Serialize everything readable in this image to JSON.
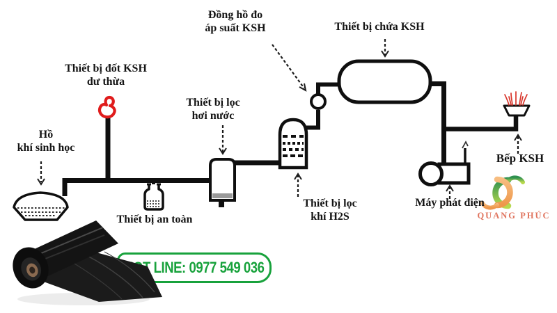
{
  "labels": {
    "pressure_gauge": {
      "line1": "Đồng hồ đo",
      "line2": "áp suất KSH"
    },
    "storage_tank": {
      "line1": "Thiết bị chứa KSH"
    },
    "burner": {
      "line1": "Thiết bị đốt KSH",
      "line2": "dư thừa"
    },
    "water_filter": {
      "line1": "Thiết bị lọc",
      "line2": "hơi nước"
    },
    "pond": {
      "line1": "Hồ",
      "line2": "khí sinh học"
    },
    "stove": {
      "line1": "Bếp KSH"
    },
    "h2s_filter": {
      "line1": "Thiết bị lọc",
      "line2": "khí H2S"
    },
    "generator": {
      "line1": "Máy phát điện"
    },
    "safety_device": {
      "line1": "Thiết bị an toàn"
    }
  },
  "hotline": {
    "text": "HOT LINE: 0977 549 036"
  },
  "brand": {
    "name": "QUANG PHÚC"
  },
  "colors": {
    "line_black": "#0f0f0f",
    "flame_red": "#e01c1c",
    "stove_flame_red": "#d8352b",
    "hotline_green": "#18a23c",
    "logo_green": "#5fb34f",
    "logo_orange": "#f2a254",
    "logo_text_salmon": "#e0745e",
    "tank_gray_band": "#9a9a9a"
  }
}
